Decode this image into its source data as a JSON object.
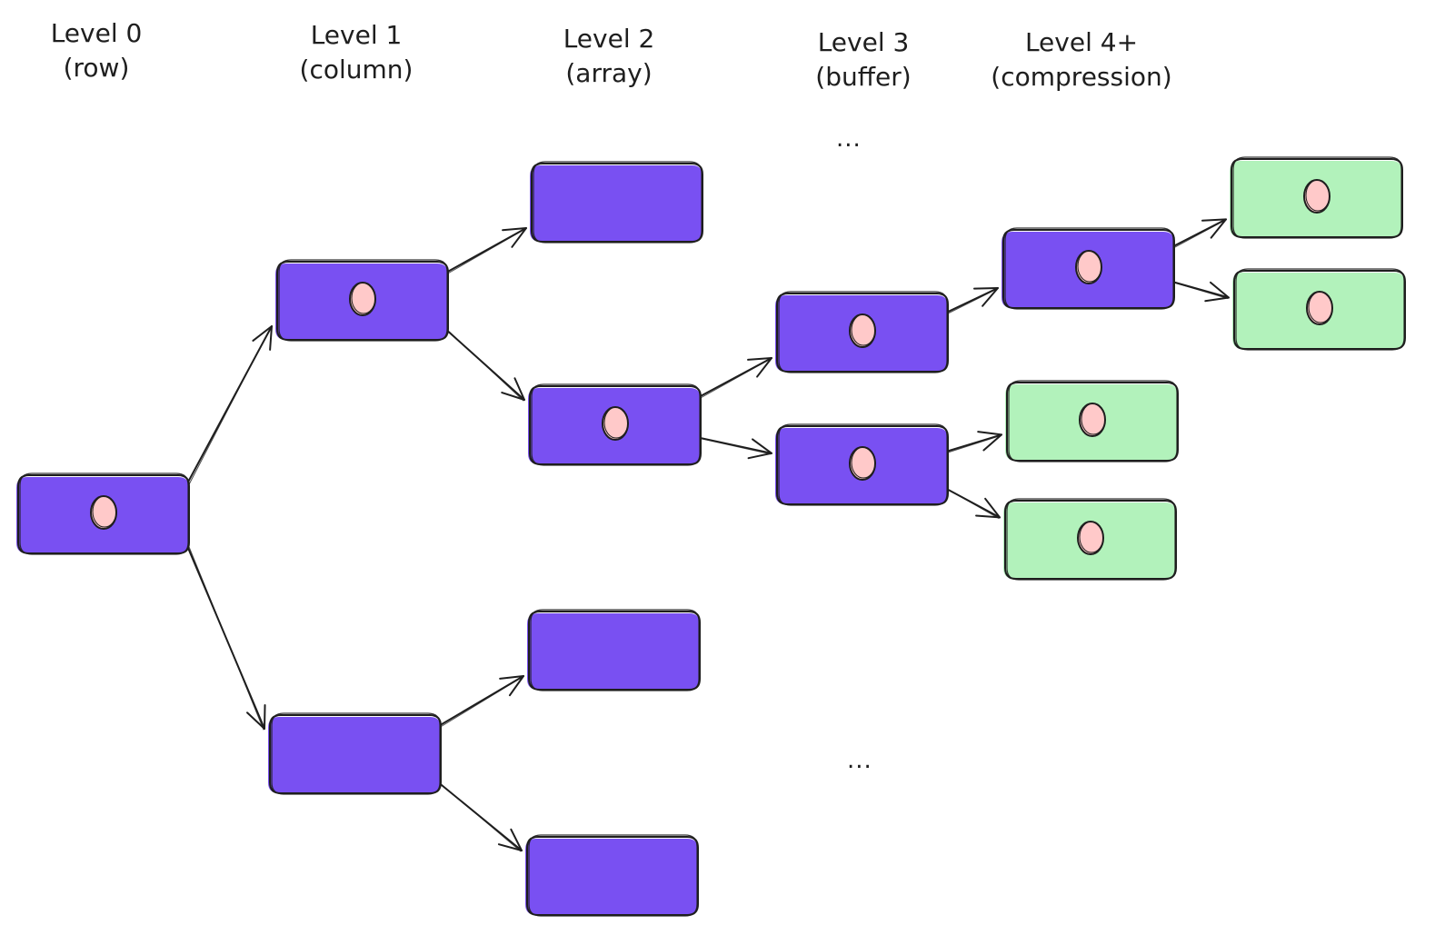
{
  "colors": {
    "node_fill": "#7950f2",
    "leaf_fill": "#b2f2bb",
    "dot_fill": "#ffc9c9",
    "stroke": "#1e1e1e",
    "background": "#ffffff"
  },
  "levels": [
    {
      "title": "Level 0",
      "subtitle": "(row)"
    },
    {
      "title": "Level 1",
      "subtitle": "(column)"
    },
    {
      "title": "Level 2",
      "subtitle": "(array)"
    },
    {
      "title": "Level 3",
      "subtitle": "(buffer)"
    },
    {
      "title": "Level 4+",
      "subtitle": "(compression)"
    }
  ],
  "ellipsis": {
    "top": "...",
    "bottom": "..."
  },
  "nodes": [
    {
      "id": "row",
      "level": 0,
      "kind": "purple",
      "dot": true
    },
    {
      "id": "col-a",
      "level": 1,
      "kind": "purple",
      "dot": true
    },
    {
      "id": "col-b",
      "level": 1,
      "kind": "purple",
      "dot": false
    },
    {
      "id": "arr-a1",
      "level": 2,
      "kind": "purple",
      "dot": false
    },
    {
      "id": "arr-a2",
      "level": 2,
      "kind": "purple",
      "dot": true
    },
    {
      "id": "arr-b1",
      "level": 2,
      "kind": "purple",
      "dot": false
    },
    {
      "id": "arr-b2",
      "level": 2,
      "kind": "purple",
      "dot": false
    },
    {
      "id": "buf-1",
      "level": 3,
      "kind": "purple",
      "dot": true
    },
    {
      "id": "buf-2",
      "level": 3,
      "kind": "purple",
      "dot": true
    },
    {
      "id": "cmp-1",
      "level": 4,
      "kind": "purple",
      "dot": true
    },
    {
      "id": "cmp-2",
      "level": 4,
      "kind": "green",
      "dot": true
    },
    {
      "id": "cmp-3",
      "level": 4,
      "kind": "green",
      "dot": true
    },
    {
      "id": "leaf-1",
      "level": 5,
      "kind": "green",
      "dot": true
    },
    {
      "id": "leaf-2",
      "level": 5,
      "kind": "green",
      "dot": true
    }
  ],
  "edges": [
    {
      "from": "row",
      "to": "col-a"
    },
    {
      "from": "row",
      "to": "col-b"
    },
    {
      "from": "col-a",
      "to": "arr-a1"
    },
    {
      "from": "col-a",
      "to": "arr-a2"
    },
    {
      "from": "col-b",
      "to": "arr-b1"
    },
    {
      "from": "col-b",
      "to": "arr-b2"
    },
    {
      "from": "arr-a2",
      "to": "buf-1"
    },
    {
      "from": "arr-a2",
      "to": "buf-2"
    },
    {
      "from": "buf-1",
      "to": "cmp-1"
    },
    {
      "from": "buf-2",
      "to": "cmp-2"
    },
    {
      "from": "buf-2",
      "to": "cmp-3"
    },
    {
      "from": "cmp-1",
      "to": "leaf-1"
    },
    {
      "from": "cmp-1",
      "to": "leaf-2"
    }
  ]
}
